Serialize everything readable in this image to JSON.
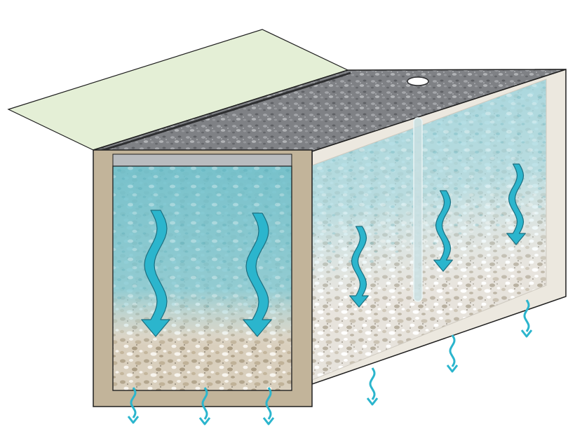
{
  "diagram": {
    "subject": "infiltration-trench-cross-section",
    "colors": {
      "grass": "#e4efd6",
      "surface_gravel": "#7d7f83",
      "wall": "#c2b49a",
      "wall_outline": "#1e1e1e",
      "side_wall": "#ece8df",
      "water": "#7fc7d2",
      "water_pale": "#bfe3e8",
      "aggregate": "#e4e0da",
      "aggregate_warm": "#cfc4b0",
      "filter_strip": "#b9bcbf",
      "arrow": "#2bb5cd",
      "arrow_outline": "#1c6f80",
      "observation_well": "#c9dfe2"
    },
    "flow_arrows": {
      "large_front": 2,
      "medium_side": 4,
      "small_exfiltration": 6
    },
    "components": [
      "grass-filter-strip",
      "surface-gravel-layer",
      "observation-well-cap",
      "observation-well-pipe",
      "trench-front-wall",
      "trench-side-wall",
      "stone-aggregate-fill",
      "stored-runoff-water"
    ]
  }
}
